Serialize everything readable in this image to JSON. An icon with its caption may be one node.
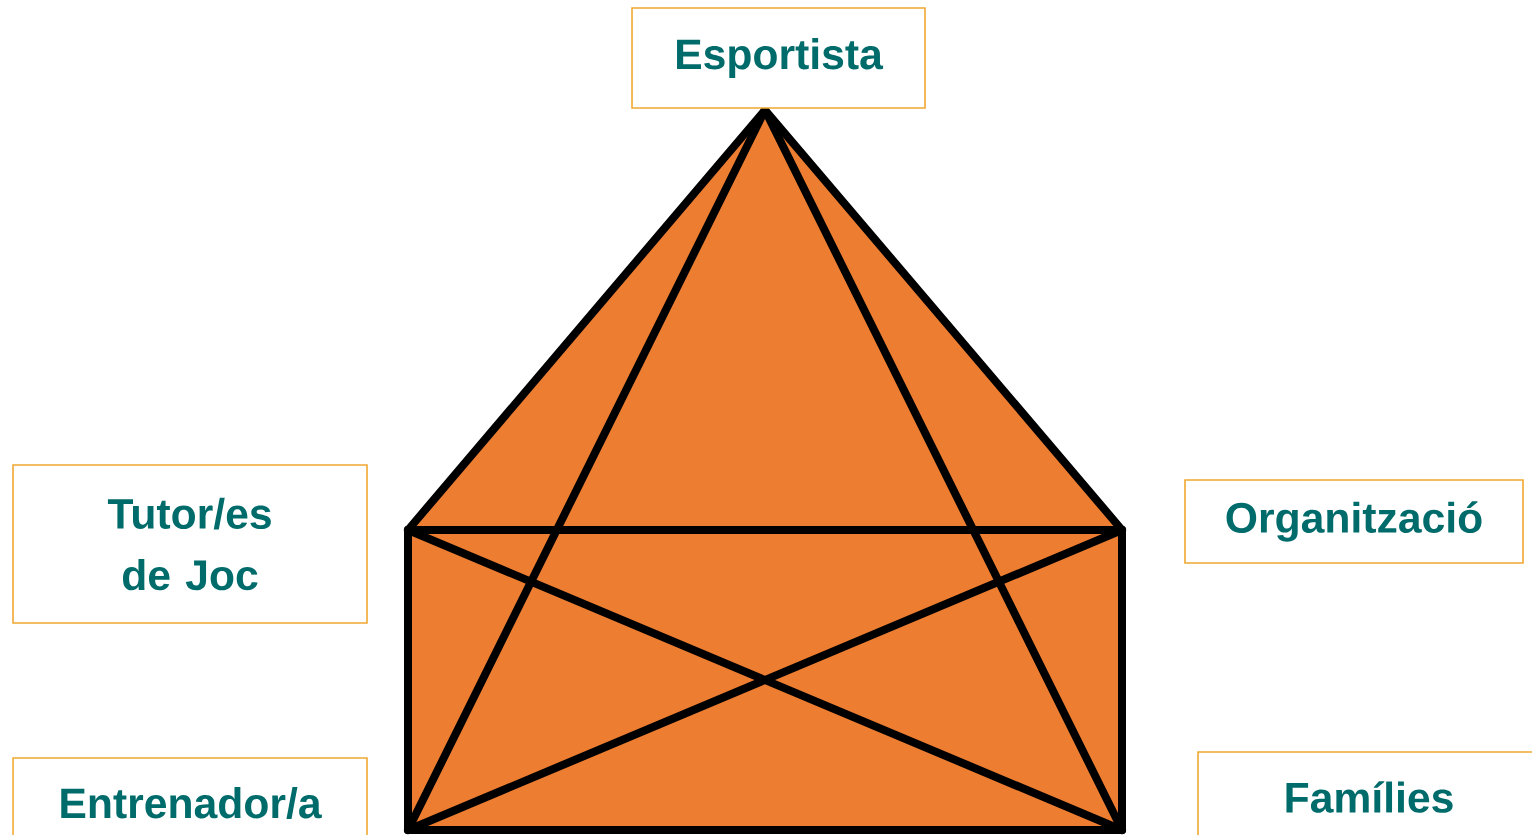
{
  "diagram": {
    "nodes": [
      {
        "text": [
          "Esportista"
        ]
      },
      {
        "text": [
          "Tutor/es de Joc"
        ]
      },
      {
        "text": [
          "Organització"
        ]
      },
      {
        "text": [
          "Entrenador/a"
        ]
      },
      {
        "text": [
          "Famílies"
        ]
      }
    ]
  }
}
